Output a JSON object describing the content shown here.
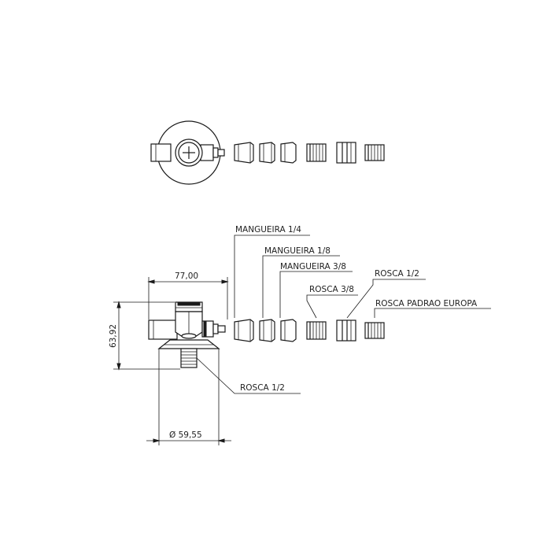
{
  "labels": {
    "mangueira_14": "MANGUEIRA 1/4",
    "mangueira_18": "MANGUEIRA 1/8",
    "mangueira_38": "MANGUEIRA 3/8",
    "rosca_38": "ROSCA 3/8",
    "rosca_12_top": "ROSCA 1/2",
    "rosca_padrao": "ROSCA PADRAO EUROPA",
    "rosca_12_bottom": "ROSCA 1/2"
  },
  "dimensions": {
    "width": "77,00",
    "height": "63,92",
    "diameter": "Ø 59,55"
  }
}
